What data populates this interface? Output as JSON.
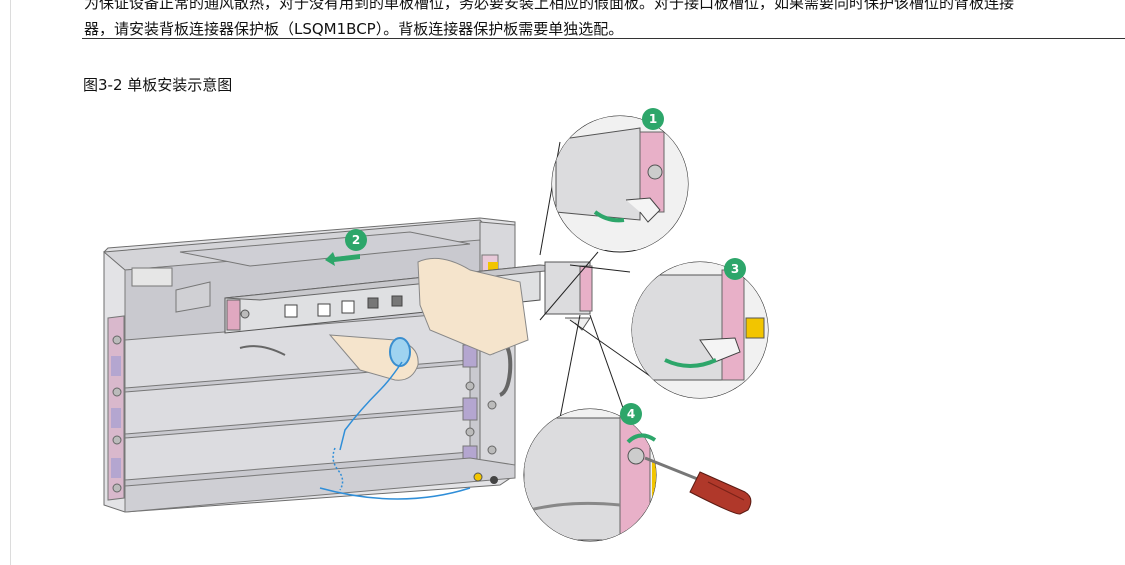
{
  "paragraph": {
    "line1": "为保证设备正常的通风散热，对于没有用到的单板槽位，务必要安装上相应的假面板。对于接口板槽位，如果需要同时保护该槽位的背板连接",
    "line2": "器，请安装背板连接器保护板（LSQM1BCP）。背板连接器保护板需要单独选配。"
  },
  "figure": {
    "caption": "图3-2 单板安装示意图",
    "step_labels": [
      "1",
      "2",
      "3",
      "4"
    ]
  }
}
